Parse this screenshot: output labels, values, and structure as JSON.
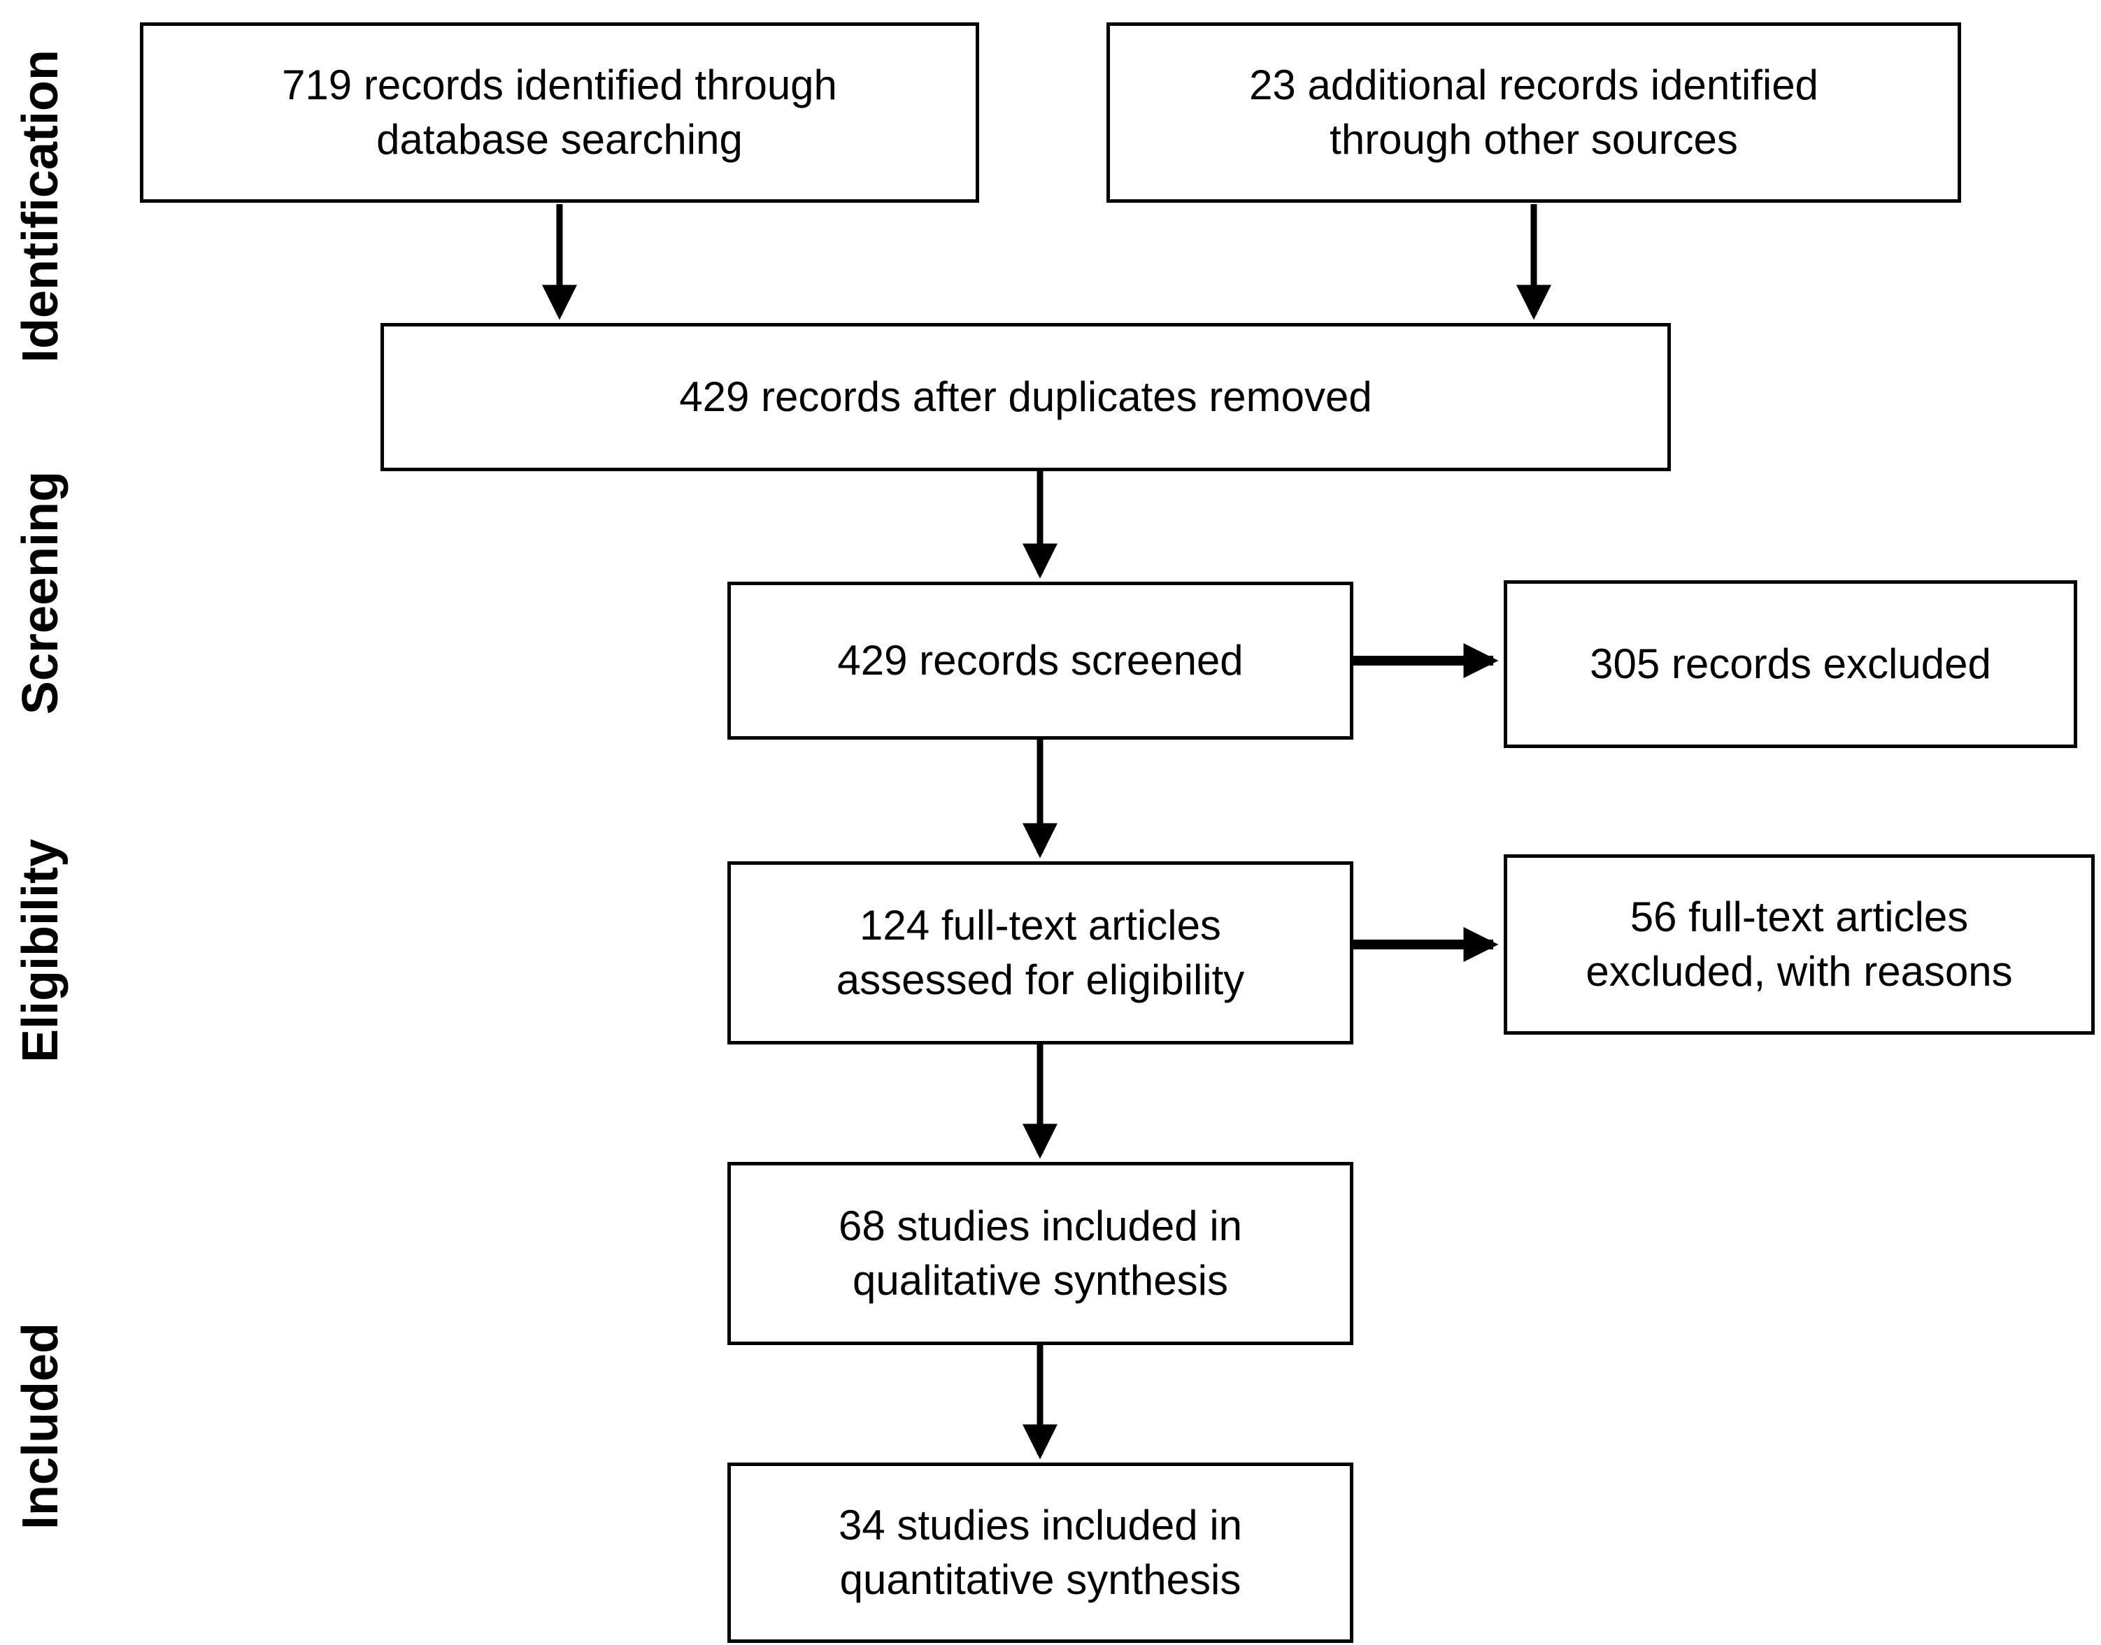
{
  "stages": [
    {
      "label": "Identification"
    },
    {
      "label": "Screening"
    },
    {
      "label": "Eligibility"
    },
    {
      "label": "Included"
    }
  ],
  "boxes": {
    "identified_db": {
      "text": "719 records identified through\ndatabase searching"
    },
    "identified_other": {
      "text": "23 additional records identified\nthrough other sources"
    },
    "after_duplicates": {
      "text": "429 records after duplicates removed"
    },
    "screened": {
      "text": "429 records screened"
    },
    "records_excluded": {
      "text": "305 records excluded"
    },
    "fulltext_assessed": {
      "text": "124 full-text articles\nassessed for eligibility"
    },
    "fulltext_excluded": {
      "text": "56 full-text articles\nexcluded, with reasons"
    },
    "qualitative_synthesis": {
      "text": "68 studies included in\nqualitative synthesis"
    },
    "quantitative_synthesis": {
      "text": "34 studies included in\nquantitative synthesis"
    }
  },
  "colors": {
    "background": "#ffffff",
    "box_border": "#000000",
    "text": "#000000",
    "arrow": "#000000"
  }
}
